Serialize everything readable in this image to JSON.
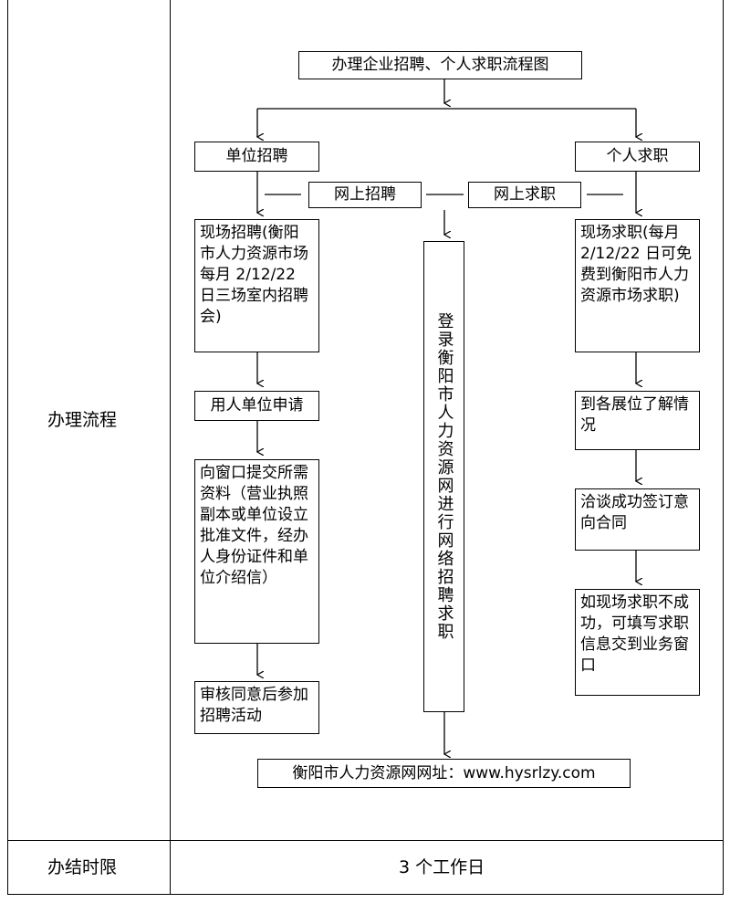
{
  "rows": {
    "process_label": "办理流程",
    "deadline_label": "办结时限",
    "deadline_value": "3 个工作日"
  },
  "flow": {
    "title": "办理企业招聘、个人求职流程图",
    "left_branch": {
      "head": "单位招聘",
      "step1": "现场招聘(衡阳市人力资源市场每月 2/12/22 日三场室内招聘会)",
      "step2": "用人单位申请",
      "step3": "向窗口提交所需资料（营业执照副本或单位设立批准文件，经办人身份证件和单位介绍信）",
      "step4": "审核同意后参加招聘活动"
    },
    "right_branch": {
      "head": "个人求职",
      "step1": "现场求职(每月 2/12/22 日可免费到衡阳市人力资源市场求职)",
      "step2": "到各展位了解情况",
      "step3": "洽谈成功签订意向合同",
      "step4": "如现场求职不成功，可填写求职信息交到业务窗口"
    },
    "online_recruit": "网上招聘",
    "online_job": "网上求职",
    "center": "登录衡阳市人力资源网进行网络招聘求职",
    "footer": "衡阳市人力资源网网址：www.hysrlzy.com"
  }
}
